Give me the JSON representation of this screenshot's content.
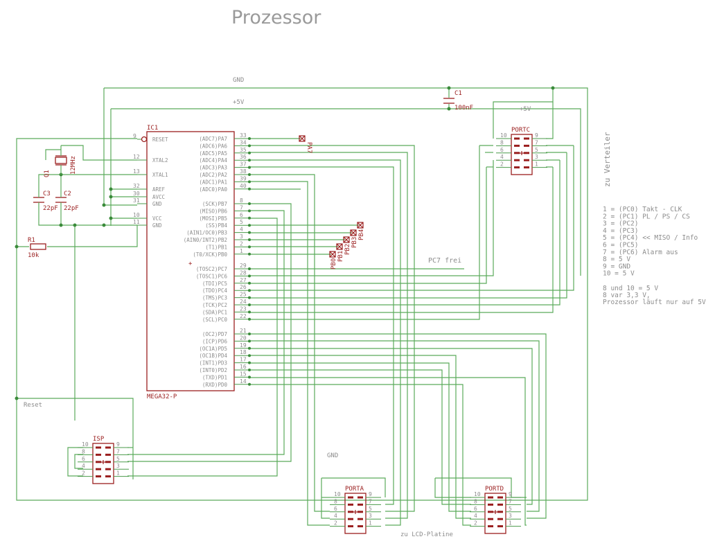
{
  "title": "Prozessor",
  "nets": {
    "gnd_top": "GND",
    "v5_top": "+5V",
    "v5_portc": "+5V",
    "gnd_bottom": "GND",
    "reset": "Reset",
    "pc7_free": "PC7 frei"
  },
  "labels": {
    "zu_verteiler": "zu Verteiler",
    "zu_lcd": "zu LCD-Platine"
  },
  "ic": {
    "name": "IC1",
    "type": "MEGA32-P",
    "left_pins": [
      {
        "label": "RESET",
        "num": "9"
      },
      {
        "label": "XTAL2",
        "num": "12"
      },
      {
        "label": "XTAL1",
        "num": "13"
      },
      {
        "label": "AREF",
        "num": "32"
      },
      {
        "label": "AVCC",
        "num": "30"
      },
      {
        "label": "GND",
        "num": "31"
      },
      {
        "label": "VCC",
        "num": "10"
      },
      {
        "label": "GND",
        "num": "11"
      }
    ],
    "right_pins": [
      {
        "label": "(ADC7)PA7",
        "num": "33"
      },
      {
        "label": "(ADC6)PA6",
        "num": "34"
      },
      {
        "label": "(ADC5)PA5",
        "num": "35"
      },
      {
        "label": "(ADC4)PA4",
        "num": "36"
      },
      {
        "label": "(ADC3)PA3",
        "num": "37"
      },
      {
        "label": "(ADC2)PA2",
        "num": "38"
      },
      {
        "label": "(ADC1)PA1",
        "num": "39"
      },
      {
        "label": "(ADC0)PA0",
        "num": "40"
      },
      {
        "label": "(SCK)PB7",
        "num": "8"
      },
      {
        "label": "(MISO)PB6",
        "num": "7"
      },
      {
        "label": "(MOSI)PB5",
        "num": "6"
      },
      {
        "label": "(SS)PB4",
        "num": "5"
      },
      {
        "label": "(AIN1/OC0)PB3",
        "num": "4"
      },
      {
        "label": "(AIN0/INT2)PB2",
        "num": "3"
      },
      {
        "label": "(T1)PB1",
        "num": "2"
      },
      {
        "label": "(T0/XCK)PB0",
        "num": "1"
      },
      {
        "label": "(TOSC2)PC7",
        "num": "29"
      },
      {
        "label": "(TOSC1)PC6",
        "num": "28"
      },
      {
        "label": "(TDI)PC5",
        "num": "27"
      },
      {
        "label": "(TDO)PC4",
        "num": "26"
      },
      {
        "label": "(TMS)PC3",
        "num": "25"
      },
      {
        "label": "(TCK)PC2",
        "num": "24"
      },
      {
        "label": "(SDA)PC1",
        "num": "23"
      },
      {
        "label": "(SCL)PC0",
        "num": "22"
      },
      {
        "label": "(OC2)PD7",
        "num": "21"
      },
      {
        "label": "(ICP)PD6",
        "num": "20"
      },
      {
        "label": "(OC1A)PD5",
        "num": "19"
      },
      {
        "label": "(OC1B)PD4",
        "num": "18"
      },
      {
        "label": "(INT1)PD3",
        "num": "17"
      },
      {
        "label": "(INT0)PD2",
        "num": "16"
      },
      {
        "label": "(TXD)PD1",
        "num": "15"
      },
      {
        "label": "(RXD)PD0",
        "num": "14"
      }
    ]
  },
  "components": {
    "c1": {
      "name": "C1",
      "value": "100nF"
    },
    "c2": {
      "name": "C2",
      "value": "22pF"
    },
    "c3": {
      "name": "C3",
      "value": "22pF"
    },
    "q1": {
      "name": "Q1",
      "value": "12MHz"
    },
    "r1": {
      "name": "R1",
      "value": "10k"
    }
  },
  "testpoints": [
    "PA7",
    "PB4",
    "PB3",
    "PB2",
    "PB1",
    "PB0"
  ],
  "headers": {
    "portc": {
      "name": "PORTC",
      "left": [
        "10",
        "8",
        "6",
        "4",
        "2"
      ],
      "right": [
        "9",
        "7",
        "5",
        "3",
        "1"
      ]
    },
    "isp": {
      "name": "ISP",
      "left": [
        "10",
        "8",
        "6",
        "4",
        "2"
      ],
      "right": [
        "9",
        "7",
        "5",
        "3",
        "1"
      ]
    },
    "porta": {
      "name": "PORTA",
      "left": [
        "10",
        "8",
        "6",
        "4",
        "2"
      ],
      "right": [
        "9",
        "7",
        "5",
        "3",
        "1"
      ]
    },
    "portd": {
      "name": "PORTD",
      "left": [
        "10",
        "8",
        "6",
        "4",
        "2"
      ],
      "right": [
        "9",
        "7",
        "5",
        "3",
        "1"
      ]
    }
  },
  "pin_notes": [
    "1 = (PC0) Takt - CLK",
    "2 = (PC1) PL / PS / CS",
    "3 = (PC2)",
    "4 = (PC3)",
    "5 = (PC4) << MISO / Info",
    "6 = (PC5)",
    "7 = (PC6) Alarm aus",
    "8 =  5 V",
    "9 = GND",
    "10 = 5 V"
  ],
  "voltage_notes": [
    "8 und 10 = 5 V",
    "8 var 3,3 V,",
    "Prozessor läuft nur auf 5V"
  ]
}
